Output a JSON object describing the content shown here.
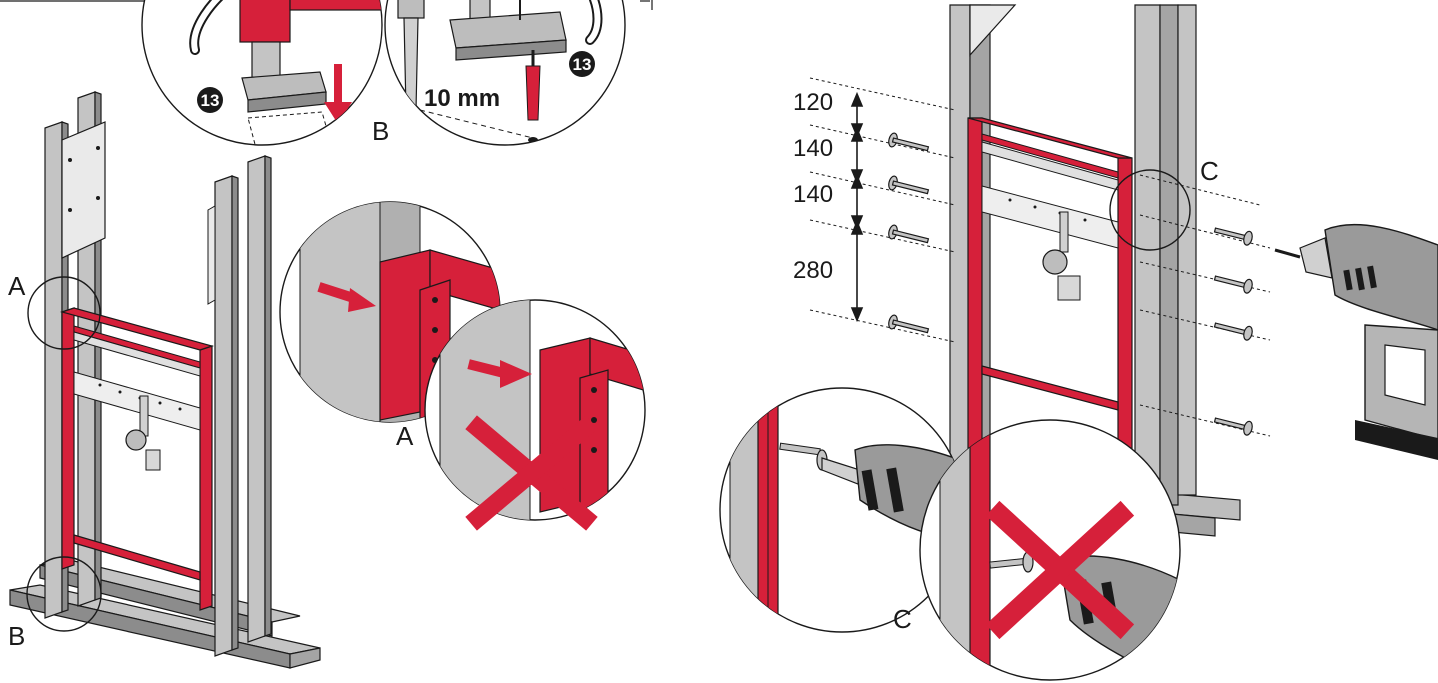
{
  "callouts": {
    "a_left": "A",
    "b_left": "B",
    "a_detail": "A",
    "b_detail": "B",
    "c_right": "C",
    "c_detail": "C"
  },
  "step_badge": "13",
  "drill_bit_size": "10 mm",
  "spacing_dimensions": [
    "120",
    "140",
    "140",
    "280"
  ],
  "colors": {
    "frame_red": "#d6203a",
    "profile_grey": "#c4c4c4",
    "profile_dark": "#8c8c8c",
    "outline": "#1a1a1a"
  },
  "icons": {
    "wrong_mark": "red-x-icon",
    "direction": "red-arrow-icon",
    "tool": "cordless-drill-icon"
  }
}
